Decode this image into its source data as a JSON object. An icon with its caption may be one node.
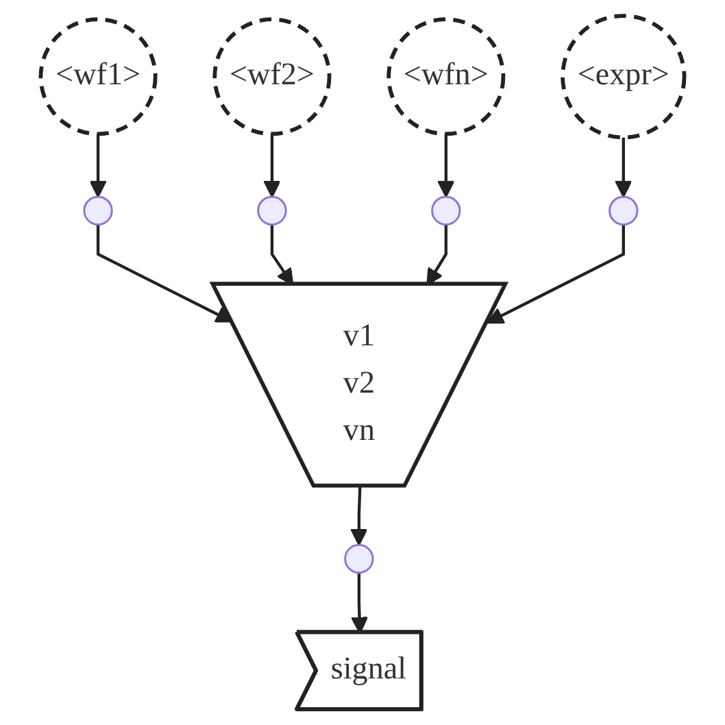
{
  "diagram": {
    "nodes": [
      {
        "text": [
          "<wf1>"
        ]
      },
      {
        "text": [
          "<wf2>"
        ]
      },
      {
        "text": [
          "<wfn>"
        ]
      },
      {
        "text": [
          "<expr>"
        ]
      },
      {
        "text": [
          "v1",
          "v2",
          "vn"
        ]
      },
      {
        "text": [],
        "shape": "circle"
      },
      {
        "text": [],
        "shape": "circle"
      },
      {
        "text": [],
        "shape": "circle"
      },
      {
        "text": [],
        "shape": "circle"
      },
      {
        "text": [],
        "shape": "circle"
      },
      {
        "text": [
          "signal"
        ]
      }
    ],
    "edges": [
      {
        "from": 0,
        "to": 5,
        "arrow": "to"
      },
      {
        "from": 5,
        "to": 4,
        "arrow": "to"
      },
      {
        "from": 1,
        "to": 6,
        "arrow": "to"
      },
      {
        "from": 6,
        "to": 4,
        "arrow": "to"
      },
      {
        "from": 2,
        "to": 7,
        "arrow": "to"
      },
      {
        "from": 7,
        "to": 4,
        "arrow": "to"
      },
      {
        "from": 3,
        "to": 8,
        "arrow": "to"
      },
      {
        "from": 8,
        "to": 4,
        "arrow": "to"
      },
      {
        "from": 4,
        "to": 9,
        "arrow": "to"
      },
      {
        "from": 9,
        "to": 10,
        "arrow": "to"
      }
    ]
  }
}
